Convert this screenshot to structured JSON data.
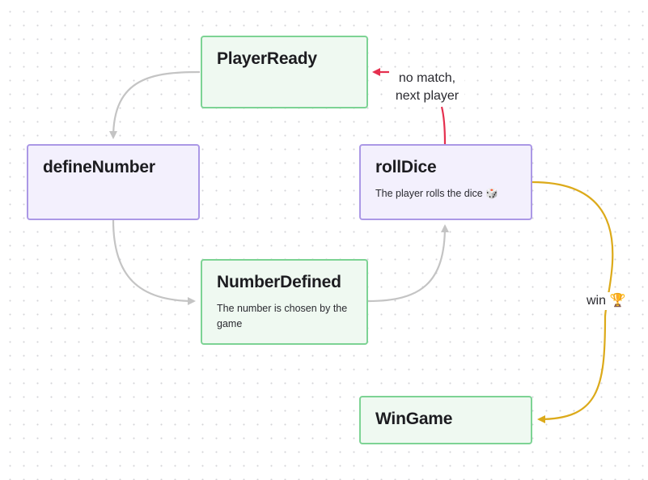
{
  "nodes": {
    "player_ready": {
      "title": "PlayerReady",
      "kind": "event"
    },
    "define_number": {
      "title": "defineNumber",
      "kind": "command"
    },
    "roll_dice": {
      "title": "rollDice",
      "kind": "command",
      "description": "The player rolls the dice 🎲"
    },
    "number_defined": {
      "title": "NumberDefined",
      "kind": "event",
      "description": "The number is chosen by the game"
    },
    "win_game": {
      "title": "WinGame",
      "kind": "event"
    }
  },
  "edges": {
    "player_ready_to_define_number": {
      "from": "PlayerReady",
      "to": "defineNumber",
      "label": ""
    },
    "define_number_to_number_defined": {
      "from": "defineNumber",
      "to": "NumberDefined",
      "label": ""
    },
    "number_defined_to_roll_dice": {
      "from": "NumberDefined",
      "to": "rollDice",
      "label": ""
    },
    "roll_dice_to_player_ready": {
      "from": "rollDice",
      "to": "PlayerReady",
      "label_line1": "no match,",
      "label_line2": "next player"
    },
    "roll_dice_to_win_game": {
      "from": "rollDice",
      "to": "WinGame",
      "label": "win 🏆"
    }
  },
  "colors": {
    "event_fill": "#eff9f1",
    "event_border": "#7dd394",
    "command_fill": "#f3f0fd",
    "command_border": "#ab98e6",
    "edge_default": "#c4c4c4",
    "edge_no_match": "#e5304f",
    "edge_win": "#dcaa1a"
  }
}
